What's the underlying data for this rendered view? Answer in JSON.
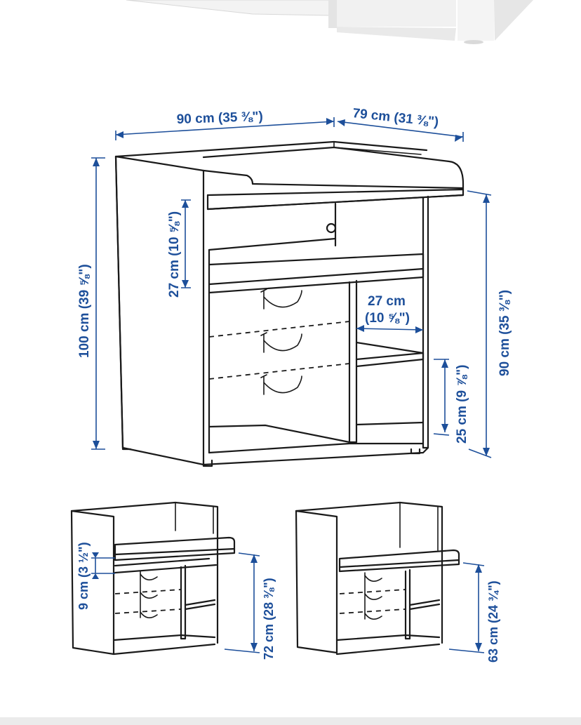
{
  "colors": {
    "dimension": "#1d4f9a",
    "outline": "#1a1a1a",
    "background": "#ffffff",
    "photo_strip": "#efefef"
  },
  "dimensions": {
    "top_width": "90 cm (35 ⅜\")",
    "top_depth": "79 cm (31 ⅜\")",
    "total_height": "100 cm (39 ⅝\")",
    "top_compartment_height": "27 cm (10 ⅝\")",
    "side_shelf_width_line1": "27 cm",
    "side_shelf_width_line2": "(10 ⅝\")",
    "table_height": "90 cm (35 ⅜\")",
    "shelf_height": "25 cm (9 ⅞\")",
    "height_step": "9 cm (3 ½\")",
    "mid_table_height": "72 cm (28 ⅜\")",
    "low_table_height": "63 cm (24 ¾\")"
  }
}
